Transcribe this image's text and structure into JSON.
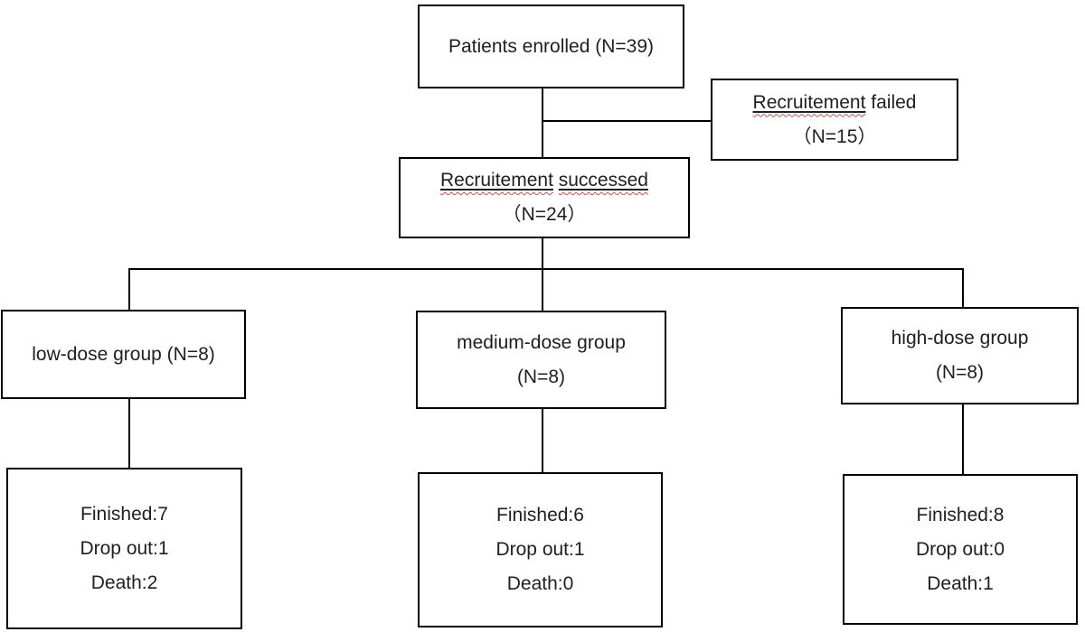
{
  "palette": {
    "background": "#ffffff",
    "box_border": "#000000",
    "text": "#1f1f1f",
    "underline": "#1f1f1f",
    "spellcheck_squiggle": "#c0504d"
  },
  "flowchart": {
    "enrolled": {
      "label": "Patients enrolled (N=39)"
    },
    "recruitment_failed": {
      "word_misspelled": "Recruitement",
      "word_rest": "failed",
      "count_line": "（N=15）"
    },
    "recruitment_successed": {
      "word1": "Recruitement",
      "word2": "successed",
      "count_line": "（N=24）"
    },
    "low_dose_group": {
      "label": "low-dose group (N=8)"
    },
    "medium_dose_group": {
      "line1": "medium-dose group",
      "line2": "(N=8)"
    },
    "high_dose_group": {
      "line1": "high-dose group",
      "line2": "(N=8)"
    },
    "low_dose_outcome": {
      "finished": "Finished:7",
      "drop_out": "Drop out:1",
      "death": "Death:2"
    },
    "medium_dose_outcome": {
      "finished": "Finished:6",
      "drop_out": "Drop out:1",
      "death": "Death:0"
    },
    "high_dose_outcome": {
      "finished": "Finished:8",
      "drop_out": "Drop out:0",
      "death": "Death:1"
    }
  }
}
